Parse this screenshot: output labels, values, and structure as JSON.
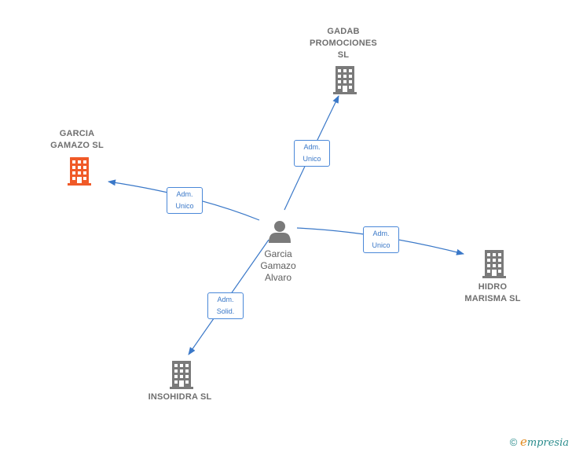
{
  "colors": {
    "edge": "#3a78c8",
    "company_gray": "#7a7a7a",
    "company_highlight": "#f05a28",
    "person": "#7a7a7a"
  },
  "person": {
    "label": "Garcia\nGamazo\nAlvaro",
    "icon": "person-icon"
  },
  "companies": [
    {
      "label": "GARCIA\nGAMAZO  SL",
      "icon": "building-icon",
      "highlight": true
    },
    {
      "label": "GADAB\nPROMOCIONES\nSL",
      "icon": "building-icon",
      "highlight": false
    },
    {
      "label": "HIDRO\nMARISMA  SL",
      "icon": "building-icon",
      "highlight": false
    },
    {
      "label": "INSOHIDRA  SL",
      "icon": "building-icon",
      "highlight": false
    }
  ],
  "edges": [
    {
      "label": "Adm.\nUnico",
      "to": 0
    },
    {
      "label": "Adm.\nUnico",
      "to": 1
    },
    {
      "label": "Adm.\nUnico",
      "to": 2
    },
    {
      "label": "Adm.\nSolid.",
      "to": 3
    }
  ],
  "footer": {
    "copyright": "©",
    "brand_initial": "e",
    "brand_rest": "mpresia"
  }
}
